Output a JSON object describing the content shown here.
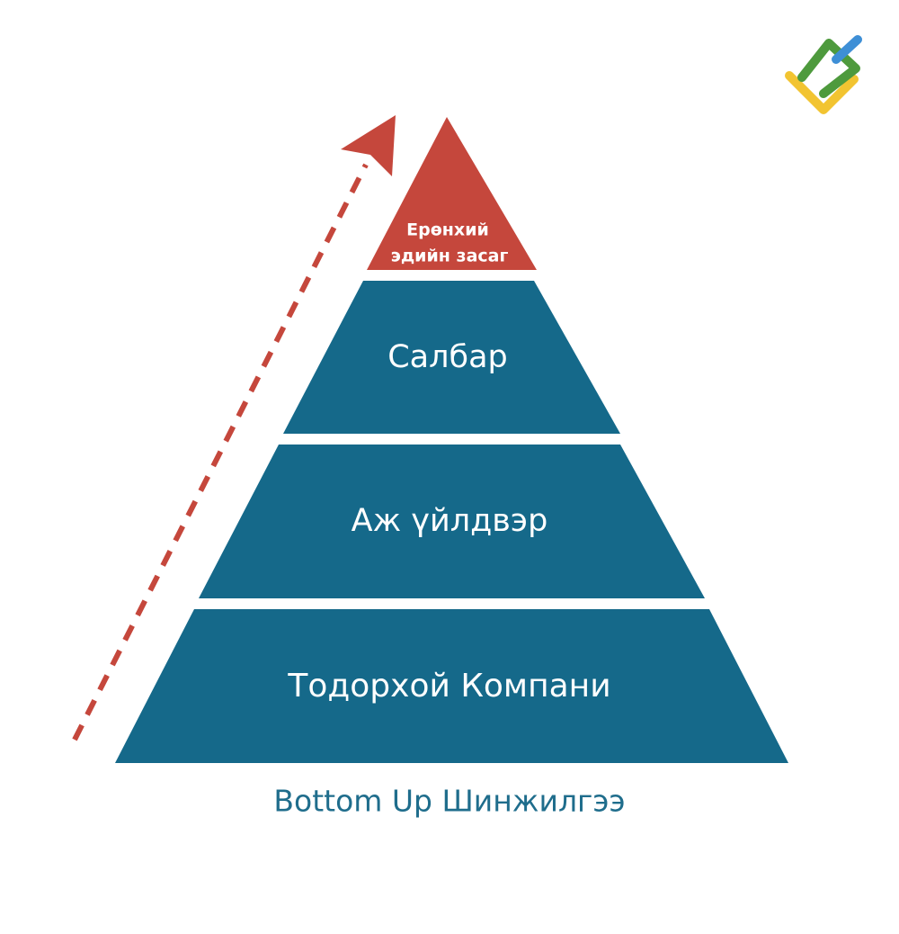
{
  "diagram": {
    "type": "pyramid",
    "caption": "Bottom Up Шинжилгээ",
    "tiers": [
      {
        "lines": [
          "Ерөнхий",
          "эдийн засаг"
        ],
        "color": "#c5473c"
      },
      {
        "lines": [
          "Салбар"
        ],
        "color": "#15698a"
      },
      {
        "lines": [
          "Аж үйлдвэр"
        ],
        "color": "#15698a"
      },
      {
        "lines": [
          "Тодорхой Компани"
        ],
        "color": "#15698a"
      }
    ],
    "arrow": {
      "direction": "up",
      "style": "dashed",
      "color": "#c5473c"
    }
  },
  "logo": {
    "icon": "brand-logo-icon",
    "colors": [
      "#f2c431",
      "#4e9a3d",
      "#3e8fd6"
    ]
  }
}
